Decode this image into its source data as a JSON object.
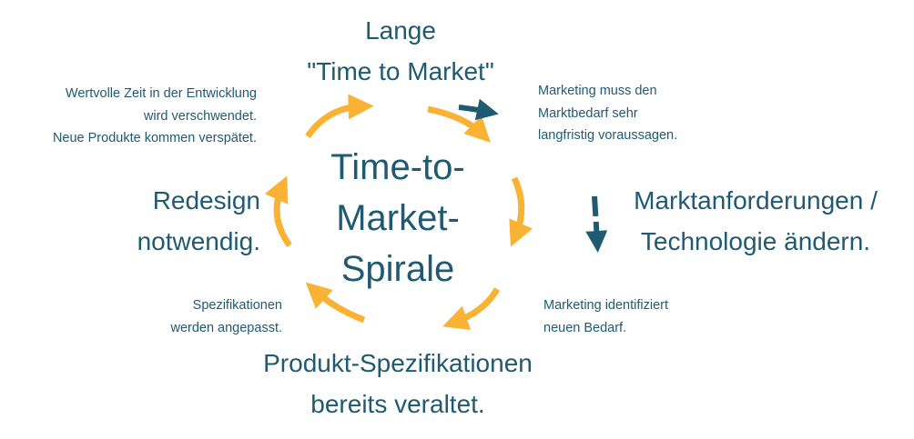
{
  "center_title": [
    "Time-to-",
    "Market-",
    "Spirale"
  ],
  "stages": {
    "top": [
      "Lange",
      "\"Time to Market\""
    ],
    "right": [
      "Marktanforderungen /",
      "Technologie ändern."
    ],
    "bottom": [
      "Produkt-Spezifikationen",
      "bereits veraltet."
    ],
    "left": [
      "Redesign",
      "notwendig."
    ]
  },
  "notes": {
    "top_right": [
      "Marketing muss den",
      "Marktbedarf sehr",
      "langfristig voraussagen."
    ],
    "bottom_right": [
      "Marketing identifiziert",
      "neuen Bedarf."
    ],
    "bottom_left": [
      "Spezifikationen",
      "werden angepasst."
    ],
    "top_left": [
      "Wertvolle Zeit in der Entwicklung",
      "wird verschwendet.",
      "Neue Produkte kommen verspätet."
    ]
  },
  "colors": {
    "text": "#1f5a72",
    "cycle_arrows": "#f9b233",
    "dark_arrows": "#1f5a72"
  }
}
